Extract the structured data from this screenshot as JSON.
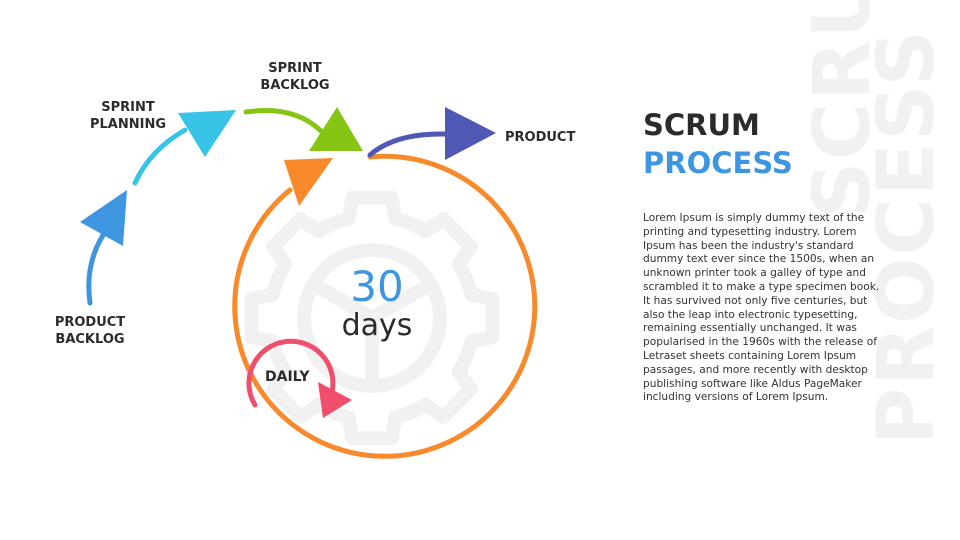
{
  "title": {
    "line1": "SCRUM",
    "line2": "PROCESS"
  },
  "watermark": {
    "line1": "SCRUM",
    "line2": "PROCESS"
  },
  "labels": {
    "product_backlog": [
      "PRODUCT",
      "BACKLOG"
    ],
    "sprint_planning": [
      "SPRINT",
      "PLANNING"
    ],
    "sprint_backlog": [
      "SPRINT",
      "BACKLOG"
    ],
    "product": "PRODUCT",
    "daily": "DAILY"
  },
  "center": {
    "number": "30",
    "unit": "days"
  },
  "body_lines": [
    "Lorem Ipsum is simply dummy text of the",
    "printing and typesetting industry. Lorem",
    "Ipsum has been the industry's standard",
    "dummy text ever since the 1500s, when an",
    "unknown printer took a galley of type and",
    "scrambled it to make a type specimen book.",
    "It has survived not only five centuries, but",
    "also the leap into electronic typesetting,",
    "remaining essentially unchanged. It was",
    "popularised in the 1960s with the release of",
    "Letraset sheets containing Lorem Ipsum",
    "passages, and more recently with desktop",
    "publishing software like Aldus PageMaker",
    "including versions of Lorem Ipsum."
  ],
  "colors": {
    "blue": "#3f96e0",
    "cyan": "#37c4e6",
    "green": "#86c514",
    "purple": "#4f58b4",
    "orange": "#f98a2c",
    "pink": "#ef4e6c",
    "gear": "#f1f1f1"
  }
}
